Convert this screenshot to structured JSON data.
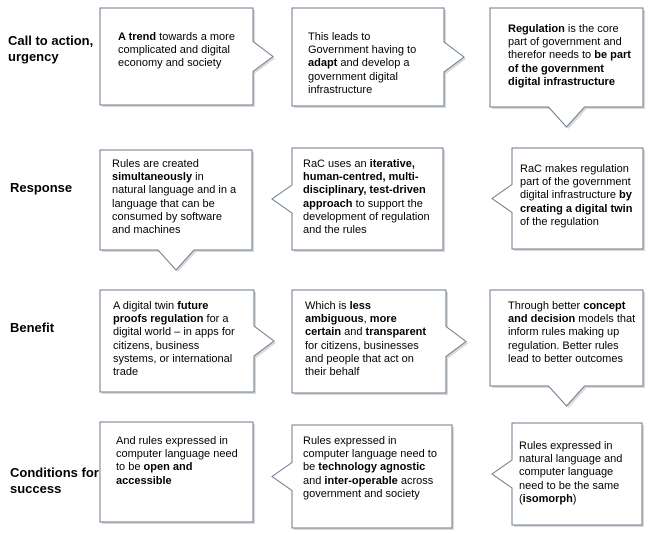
{
  "colors": {
    "border": "#6b7a8c",
    "fill": "#ffffff",
    "shadow": "#d9d9d9",
    "text": "#000000"
  },
  "rows": [
    {
      "label": "Call to action,\nurgency"
    },
    {
      "label": "Response"
    },
    {
      "label": "Benefit"
    },
    {
      "label": "Conditions for\nsuccess"
    }
  ],
  "boxes": [
    {
      "pointer": "right",
      "segments": [
        {
          "t": "A trend",
          "b": true
        },
        {
          "t": " towards a more complicated and digital economy  and society"
        }
      ]
    },
    {
      "pointer": "right",
      "segments": [
        {
          "t": "This leads to Government having to "
        },
        {
          "t": "adapt",
          "b": true
        },
        {
          "t": " and develop a government digital infrastructure"
        }
      ]
    },
    {
      "pointer": "down",
      "segments": [
        {
          "t": "Regulation",
          "b": true
        },
        {
          "t": " is the core part of government and therefor needs to "
        },
        {
          "t": "be part of the government digital infrastructure",
          "b": true
        }
      ]
    },
    {
      "pointer": "left",
      "segments": [
        {
          "t": "RaC makes regulation part of the government digital infrastructure "
        },
        {
          "t": "by creating a digital twin",
          "b": true
        },
        {
          "t": " of the regulation"
        }
      ]
    },
    {
      "pointer": "left",
      "segments": [
        {
          "t": "RaC uses an "
        },
        {
          "t": "iterative, human-centred, multi-disciplinary, test-driven approach",
          "b": true
        },
        {
          "t": " to support the development of regulation and the rules"
        }
      ]
    },
    {
      "pointer": "down",
      "segments": [
        {
          "t": "Rules are created "
        },
        {
          "t": "simultaneously",
          "b": true
        },
        {
          "t": "  in natural language and in a language that can be consumed by software and machines"
        }
      ]
    },
    {
      "pointer": "right",
      "segments": [
        {
          "t": "A digital twin "
        },
        {
          "t": "future proofs regulation",
          "b": true
        },
        {
          "t": " for a digital world – in apps for citizens, business systems, or international trade"
        }
      ]
    },
    {
      "pointer": "right",
      "segments": [
        {
          "t": "Which is "
        },
        {
          "t": "less ambiguous",
          "b": true
        },
        {
          "t": ", "
        },
        {
          "t": "more certain",
          "b": true
        },
        {
          "t": " and "
        },
        {
          "t": "transparent",
          "b": true
        },
        {
          "t": " for citizens, businesses and people that act on their behalf"
        }
      ]
    },
    {
      "pointer": "down",
      "segments": [
        {
          "t": "Through better "
        },
        {
          "t": "concept and decision",
          "b": true
        },
        {
          "t": " models that inform rules making up regulation. Better rules lead to better outcomes"
        }
      ]
    },
    {
      "pointer": "left",
      "segments": [
        {
          "t": "Rules expressed in natural language and computer language need to be the same ("
        },
        {
          "t": "isomorph",
          "b": true
        },
        {
          "t": ")"
        }
      ]
    },
    {
      "pointer": "left",
      "segments": [
        {
          "t": "Rules expressed in computer language need to be "
        },
        {
          "t": "technology agnostic",
          "b": true
        },
        {
          "t": " and "
        },
        {
          "t": "inter-operable",
          "b": true
        },
        {
          "t": " across government and society"
        }
      ]
    },
    {
      "pointer": "none",
      "segments": [
        {
          "t": "And rules expressed in computer language need to be "
        },
        {
          "t": "open and accessible",
          "b": true
        }
      ]
    }
  ]
}
